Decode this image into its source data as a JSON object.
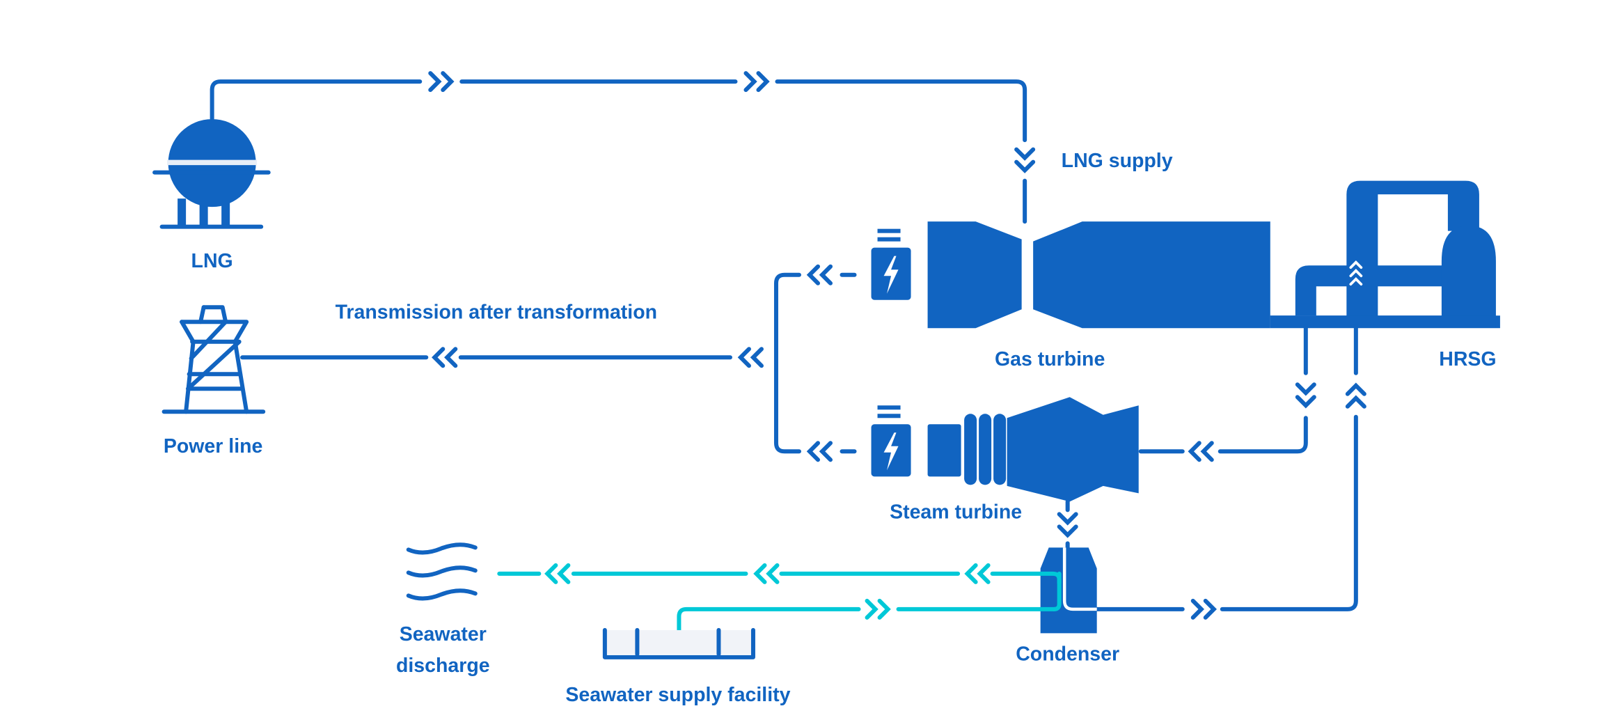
{
  "diagram": {
    "title": "Combined cycle power plant flow",
    "colors": {
      "primary": "#1164C1",
      "seawater": "#00C8D7",
      "tank_band": "#E8EEF7",
      "basin_fill": "#F1F3F8"
    },
    "labels": {
      "lng": "LNG",
      "lng_supply": "LNG supply",
      "power_line": "Power line",
      "transmission": "Transmission after transformation",
      "gas_turbine": "Gas turbine",
      "hrsg": "HRSG",
      "steam_turbine": "Steam turbine",
      "condenser": "Condenser",
      "seawater_discharge_line1": "Seawater",
      "seawater_discharge_line2": "discharge",
      "seawater_supply": "Seawater supply facility"
    },
    "icons": {
      "lng_tank": "lng-tank-icon",
      "power_tower": "power-tower-icon",
      "generator": "generator-bolt-icon",
      "waves": "waves-icon",
      "basin": "seawater-basin-icon"
    },
    "flows": [
      {
        "from": "LNG",
        "to": "Gas turbine",
        "medium": "fuel",
        "direction": "right-then-down"
      },
      {
        "from": "Gas turbine generator",
        "to": "Power line",
        "medium": "electricity",
        "direction": "left"
      },
      {
        "from": "Steam turbine generator",
        "to": "Power line",
        "medium": "electricity",
        "direction": "left"
      },
      {
        "from": "HRSG",
        "to": "Steam turbine",
        "medium": "steam",
        "direction": "down-then-left"
      },
      {
        "from": "Steam turbine",
        "to": "Condenser",
        "medium": "steam",
        "direction": "down"
      },
      {
        "from": "Condenser",
        "to": "HRSG",
        "medium": "water",
        "direction": "right-then-up"
      },
      {
        "from": "Seawater supply facility",
        "to": "Condenser",
        "medium": "seawater",
        "direction": "right"
      },
      {
        "from": "Condenser",
        "to": "Seawater discharge",
        "medium": "seawater",
        "direction": "left"
      }
    ]
  }
}
